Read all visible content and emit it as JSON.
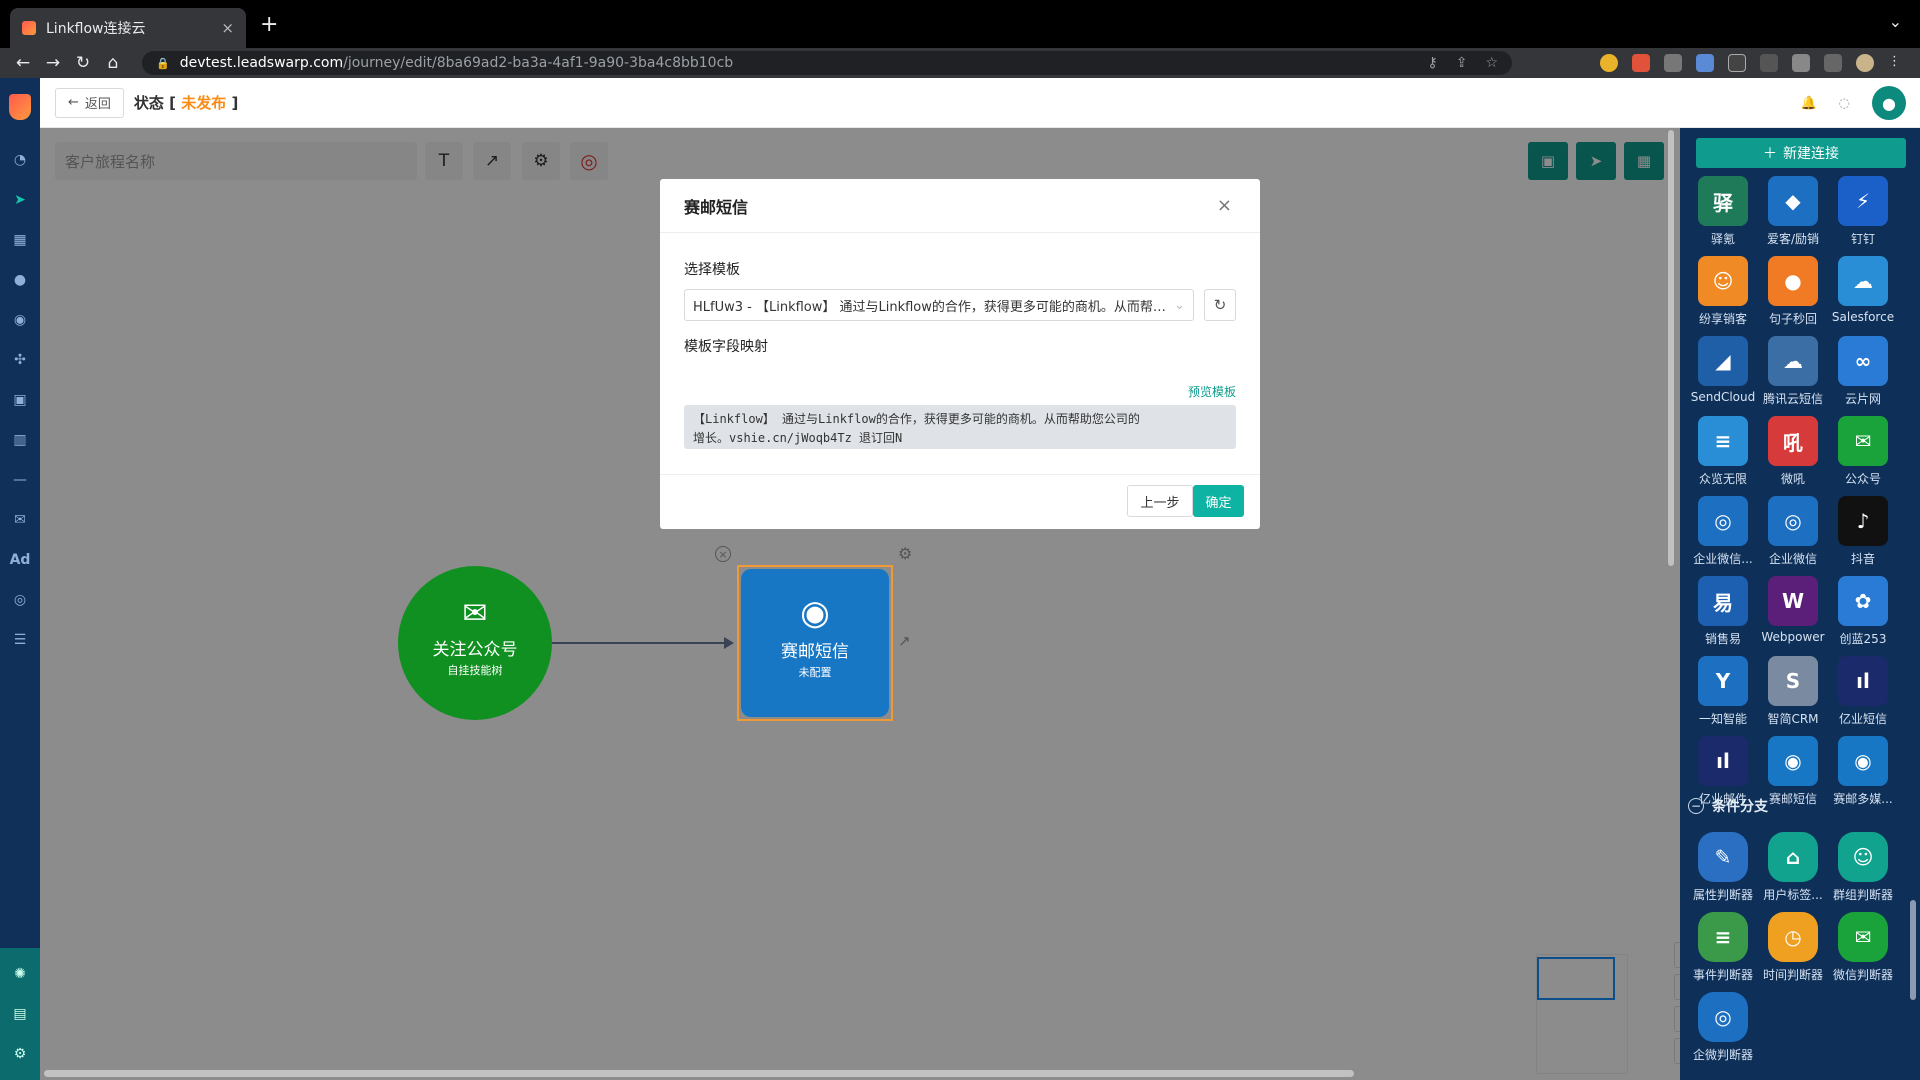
{
  "browser": {
    "tab_title": "Linkflow连接云",
    "tab_close": "×",
    "new_tab": "+",
    "tab_menu": "⌄",
    "url_host": "devtest.leadswarp.com",
    "url_path": "/journey/edit/8ba69ad2-ba3a-4af1-9a90-3ba4c8bb10cb"
  },
  "header": {
    "back_label": "返回",
    "status_prefix": "状态 [ ",
    "status_value": "未发布",
    "status_suffix": " ]"
  },
  "canvas": {
    "journey_name_placeholder": "客户旅程名称",
    "tools": {
      "text": "T",
      "arrow": "↗",
      "gear": "⚙",
      "target": "◎"
    },
    "node_start": {
      "title": "关注公众号",
      "subtitle": "自挂技能树"
    },
    "node_action": {
      "title": "赛邮短信",
      "subtitle": "未配置"
    }
  },
  "right_panel": {
    "new_connection_label": "新建连接",
    "connectors": [
      {
        "label": "驿氪",
        "color": "#1f7a5a",
        "glyph": "驿"
      },
      {
        "label": "爱客/励销",
        "color": "#1d6fc2",
        "glyph": "◆"
      },
      {
        "label": "钉钉",
        "color": "#1b5fc9",
        "glyph": "⚡"
      },
      {
        "label": "纷享销客",
        "color": "#f08a24",
        "glyph": "☺"
      },
      {
        "label": "句子秒回",
        "color": "#f07b24",
        "glyph": "●"
      },
      {
        "label": "Salesforce",
        "color": "#2a8ed6",
        "glyph": "☁"
      },
      {
        "label": "SendCloud",
        "color": "#1f5fa8",
        "glyph": "◢"
      },
      {
        "label": "腾讯云短信",
        "color": "#3a6ea5",
        "glyph": "☁"
      },
      {
        "label": "云片网",
        "color": "#2a7bd6",
        "glyph": "∞"
      },
      {
        "label": "众览无限",
        "color": "#2a8ed6",
        "glyph": "≡"
      },
      {
        "label": "微吼",
        "color": "#d63a3a",
        "glyph": "吼"
      },
      {
        "label": "公众号",
        "color": "#1aa33a",
        "glyph": "✉"
      },
      {
        "label": "企业微信...",
        "color": "#1d6fc2",
        "glyph": "◎"
      },
      {
        "label": "企业微信",
        "color": "#1d6fc2",
        "glyph": "◎"
      },
      {
        "label": "抖音",
        "color": "#111111",
        "glyph": "♪"
      },
      {
        "label": "销售易",
        "color": "#1d5fb0",
        "glyph": "易"
      },
      {
        "label": "Webpower",
        "color": "#5b1f7a",
        "glyph": "W"
      },
      {
        "label": "创蓝253",
        "color": "#2a7bd6",
        "glyph": "✿"
      },
      {
        "label": "一知智能",
        "color": "#1d6fc2",
        "glyph": "Y"
      },
      {
        "label": "智简CRM",
        "color": "#7a8aa0",
        "glyph": "S"
      },
      {
        "label": "亿业短信",
        "color": "#1a2a6a",
        "glyph": "ıl"
      },
      {
        "label": "亿业邮件",
        "color": "#1a2a6a",
        "glyph": "ıl"
      },
      {
        "label": "赛邮短信",
        "color": "#1877c4",
        "glyph": "◉"
      },
      {
        "label": "赛邮多媒...",
        "color": "#1877c4",
        "glyph": "◉"
      }
    ],
    "condition_section": "条件分支",
    "condition_minus": "−",
    "conditions": [
      {
        "label": "属性判断器",
        "color": "#2a6fc2",
        "glyph": "✎"
      },
      {
        "label": "用户标签...",
        "color": "#12a38e",
        "glyph": "⌂"
      },
      {
        "label": "群组判断器",
        "color": "#12a38e",
        "glyph": "☺"
      },
      {
        "label": "事件判断器",
        "color": "#3a9a4a",
        "glyph": "≡"
      },
      {
        "label": "时间判断器",
        "color": "#f0a020",
        "glyph": "◷"
      },
      {
        "label": "微信判断器",
        "color": "#1aa33a",
        "glyph": "✉"
      },
      {
        "label": "企微判断器",
        "color": "#1d6fc2",
        "glyph": "◎"
      }
    ]
  },
  "modal": {
    "title": "赛邮短信",
    "close": "×",
    "select_template_label": "选择模板",
    "selected_template": "HLfUw3 - 【Linkflow】 通过与Linkflow的合作，获得更多可能的商机。从而帮助您公司的增长。vshie.cn/jWoqb4Tz 退订回N",
    "field_mapping_label": "模板字段映射",
    "preview_label": "预览模板",
    "template_text_line1": "【Linkflow】 通过与Linkflow的合作，获得更多可能的商机。从而帮助您公司的",
    "template_text_line2": "增长。vshie.cn/jWoqb4Tz 退订回N",
    "prev_label": "上一步",
    "ok_label": "确定"
  }
}
